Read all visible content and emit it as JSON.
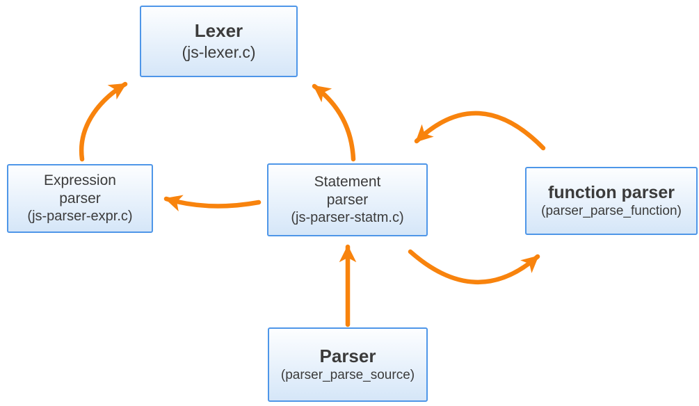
{
  "diagram": {
    "colors": {
      "background": "#ffffff",
      "box_border": "#4e96e8",
      "box_fill_top": "#fdfeff",
      "box_fill_bottom": "#d5e6f8",
      "text": "#3b3b3b",
      "arrow": "#f8830d"
    },
    "nodes": {
      "lexer": {
        "title": "Lexer",
        "subtitle": "(js-lexer.c)"
      },
      "expression_parser": {
        "title": "Expression\nparser",
        "subtitle": "(js-parser-expr.c)"
      },
      "statement_parser": {
        "title": "Statement\nparser",
        "subtitle": "(js-parser-statm.c)"
      },
      "function_parser": {
        "title": "function parser",
        "subtitle": "(parser_parse_function)"
      },
      "parser": {
        "title": "Parser",
        "subtitle": "(parser_parse_source)"
      }
    },
    "edges": [
      {
        "from": "expression_parser",
        "to": "lexer"
      },
      {
        "from": "statement_parser",
        "to": "lexer"
      },
      {
        "from": "statement_parser",
        "to": "expression_parser"
      },
      {
        "from": "function_parser",
        "to": "statement_parser"
      },
      {
        "from": "statement_parser",
        "to": "function_parser"
      },
      {
        "from": "parser",
        "to": "statement_parser"
      }
    ]
  }
}
